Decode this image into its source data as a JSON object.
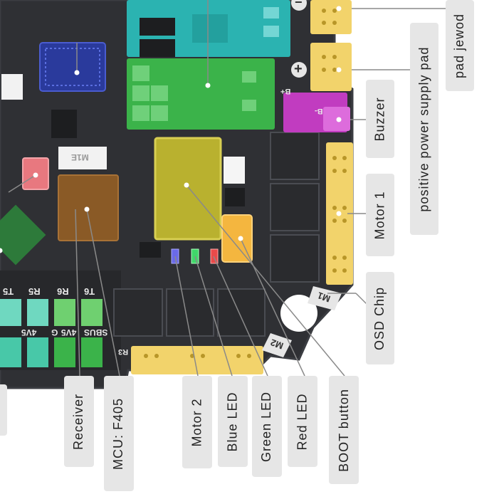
{
  "labels": {
    "power_pad": "pad jewod",
    "positive_power_supply_pad": "positive power supply pad",
    "buzzer": "Buzzer",
    "motor1": "Motor 1",
    "osd_chip": "OSD Chip",
    "boot_button": "BOOT button",
    "red_led": "Red LED",
    "green_led": "Green LED",
    "blue_led": "Blue LED",
    "motor2": "Motor 2",
    "mcu": "MCU: F405",
    "receiver": "Receiver"
  },
  "silkscreen": {
    "m1": "M1",
    "m2": "M2",
    "b_plus": "B+",
    "b_minus": "B-",
    "plus_symbol": "+",
    "minus_symbol": "−",
    "pad_row1": [
      "T5",
      "R5",
      "R6",
      "T6"
    ],
    "pad_row2": [
      "4V5",
      "G",
      "4V5",
      "SBUS"
    ],
    "r3": "R3",
    "chip_code": "M1E"
  },
  "colors": {
    "board": "#2f3034",
    "board_edge": "#3b3d42",
    "yellow_pad": "#f2d36b",
    "olive_chip": "#b9b12f",
    "brown_chip": "#8a5a26",
    "orange_button": "#f4b63f",
    "green_region": "#3bb34a",
    "teal_region": "#2bb3b1",
    "navy_chip": "#2a3a9c",
    "magenta_buzzer": "#c13cc0",
    "pink_chip": "#e8787f",
    "label_bg": "#e6e6e6"
  }
}
